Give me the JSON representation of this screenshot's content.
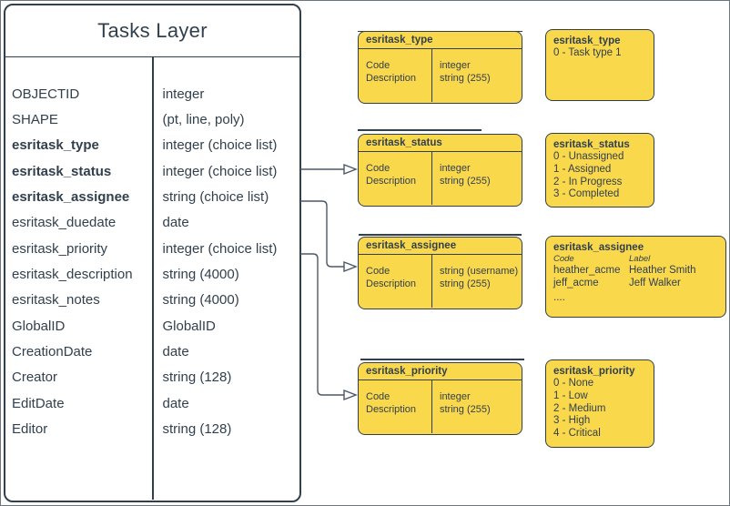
{
  "main_table": {
    "title": "Tasks Layer",
    "fields": [
      {
        "name": "OBJECTID",
        "type": "integer",
        "bold": false
      },
      {
        "name": "SHAPE",
        "type": "(pt, line, poly)",
        "bold": false
      },
      {
        "name": "esritask_type",
        "type": "integer (choice list)",
        "bold": true
      },
      {
        "name": "esritask_status",
        "type": "integer (choice list)",
        "bold": true
      },
      {
        "name": "esritask_assignee",
        "type": "string (choice list)",
        "bold": true
      },
      {
        "name": "esritask_duedate",
        "type": "date",
        "bold": false
      },
      {
        "name": "esritask_priority",
        "type": "integer (choice list)",
        "bold": false
      },
      {
        "name": "esritask_description",
        "type": "string (4000)",
        "bold": false
      },
      {
        "name": "esritask_notes",
        "type": "string (4000)",
        "bold": false
      },
      {
        "name": "GlobalID",
        "type": "GlobalID",
        "bold": false
      },
      {
        "name": "CreationDate",
        "type": "date",
        "bold": false
      },
      {
        "name": "Creator",
        "type": "string (128)",
        "bold": false
      },
      {
        "name": "EditDate",
        "type": "date",
        "bold": false
      },
      {
        "name": "Editor",
        "type": "string (128)",
        "bold": false
      }
    ]
  },
  "domain_tables": [
    {
      "title": "esritask_type",
      "rows": [
        {
          "field": "Code",
          "type": "integer"
        },
        {
          "field": "Description",
          "type": "string (255)"
        }
      ]
    },
    {
      "title": "esritask_status",
      "rows": [
        {
          "field": "Code",
          "type": "integer"
        },
        {
          "field": "Description",
          "type": "string (255)"
        }
      ]
    },
    {
      "title": "esritask_assignee",
      "rows": [
        {
          "field": "Code",
          "type": "string (username)"
        },
        {
          "field": "Description",
          "type": "string (255)"
        }
      ]
    },
    {
      "title": "esritask_priority",
      "rows": [
        {
          "field": "Code",
          "type": "integer"
        },
        {
          "field": "Description",
          "type": "string (255)"
        }
      ]
    }
  ],
  "value_lists": [
    {
      "title": "esritask_type",
      "items": [
        "0 - Task type 1"
      ]
    },
    {
      "title": "esritask_status",
      "items": [
        "0 - Unassigned",
        "1 - Assigned",
        "2 - In Progress",
        "3 - Completed"
      ]
    },
    {
      "title": "esritask_assignee",
      "columns": [
        "Code",
        "Label"
      ],
      "rows": [
        [
          "heather_acme",
          "Heather Smith"
        ],
        [
          "jeff_acme",
          "Jeff Walker"
        ]
      ],
      "ellipsis": "...."
    },
    {
      "title": "esritask_priority",
      "items": [
        "0 - None",
        "1 - Low",
        "2 - Medium",
        "3 - High",
        "4 - Critical"
      ]
    }
  ],
  "colors": {
    "box_fill": "#F9D84C",
    "stroke": "#32404E",
    "connector": "#4D5966",
    "background": "#FFFFFF"
  }
}
